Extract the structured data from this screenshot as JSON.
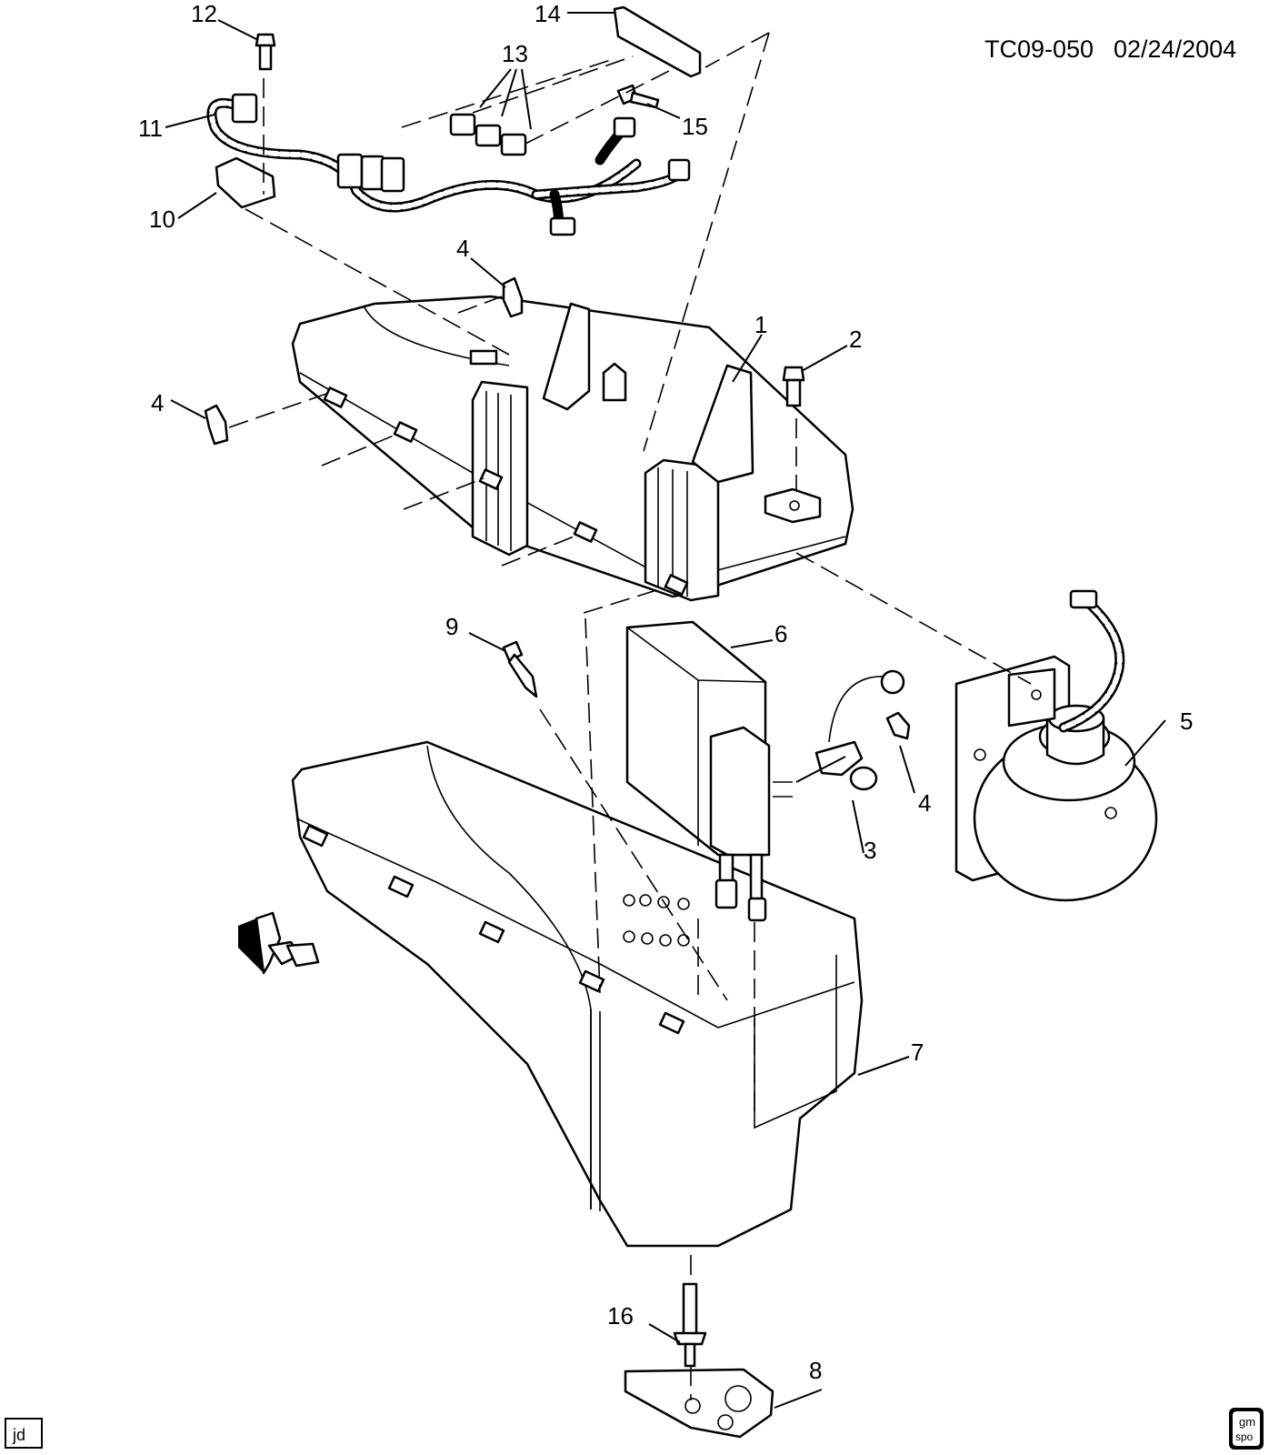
{
  "header": {
    "drawing_id": "TC09-050",
    "date": "02/24/2004"
  },
  "footer": {
    "initials": "jd",
    "logo_text_top": "gm",
    "logo_text_bottom": "spo"
  },
  "callouts": [
    {
      "id": "c1",
      "label": "1"
    },
    {
      "id": "c2",
      "label": "2"
    },
    {
      "id": "c3",
      "label": "3"
    },
    {
      "id": "c4a",
      "label": "4"
    },
    {
      "id": "c4b",
      "label": "4"
    },
    {
      "id": "c4c",
      "label": "4"
    },
    {
      "id": "c5",
      "label": "5"
    },
    {
      "id": "c6",
      "label": "6"
    },
    {
      "id": "c7",
      "label": "7"
    },
    {
      "id": "c8",
      "label": "8"
    },
    {
      "id": "c9",
      "label": "9"
    },
    {
      "id": "c10",
      "label": "10"
    },
    {
      "id": "c11",
      "label": "11"
    },
    {
      "id": "c12",
      "label": "12"
    },
    {
      "id": "c13",
      "label": "13"
    },
    {
      "id": "c14",
      "label": "14"
    },
    {
      "id": "c15",
      "label": "15"
    },
    {
      "id": "c16",
      "label": "16"
    }
  ]
}
